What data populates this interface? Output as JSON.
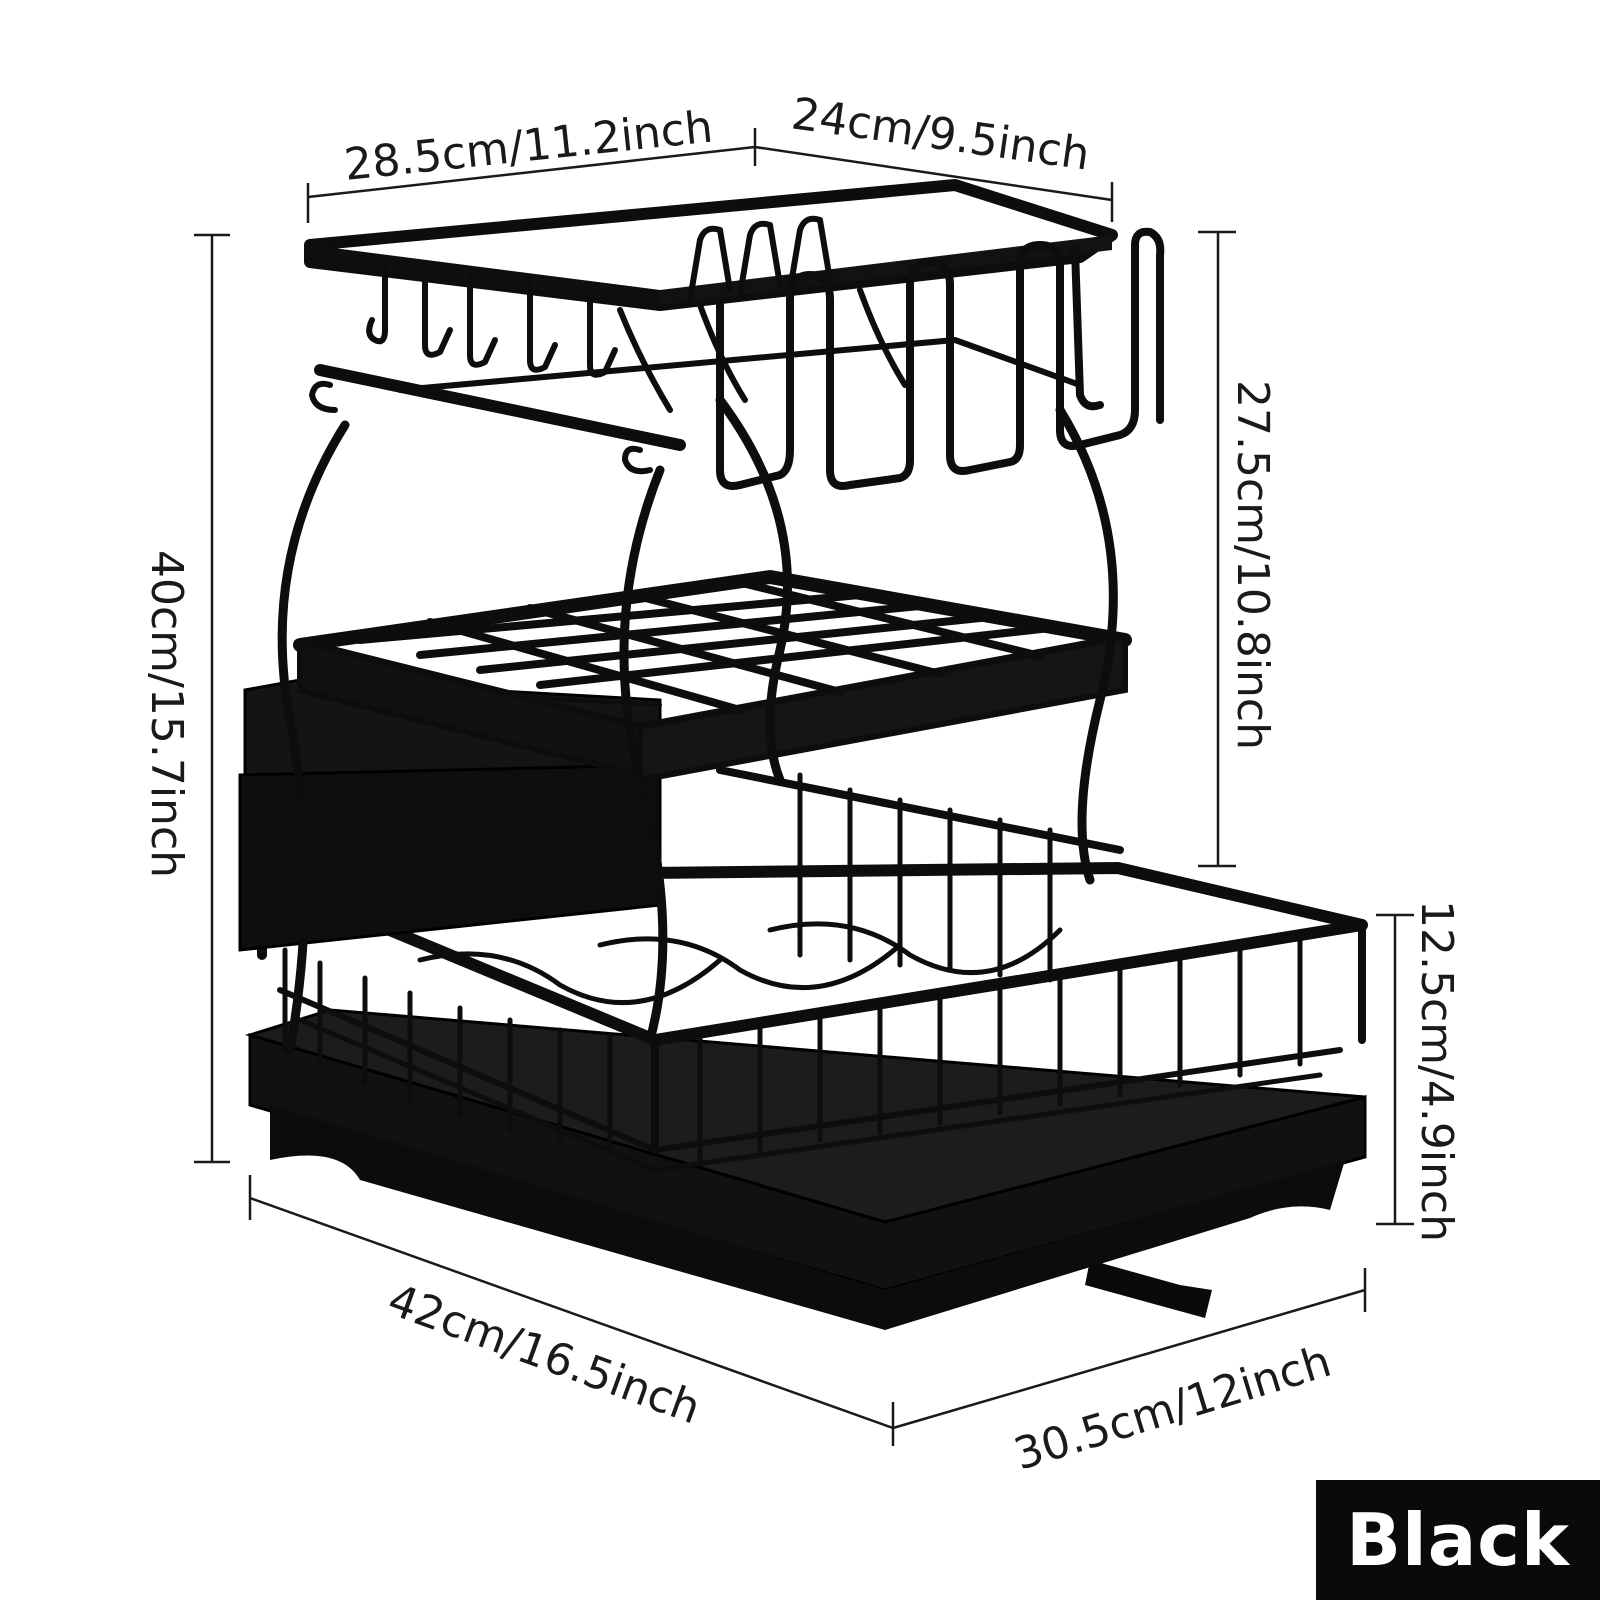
{
  "dimensions": {
    "top_width": "28.5cm/11.2inch",
    "top_depth": "24cm/9.5inch",
    "total_height": "40cm/15.7inch",
    "upper_height": "27.5cm/10.8inch",
    "basket_height": "12.5cm/4.9inch",
    "base_length": "42cm/16.5inch",
    "base_depth": "30.5cm/12inch"
  },
  "color_label": "Black",
  "colors": {
    "rack": "#0d0d0d",
    "badge_bg": "#0a0a0a",
    "badge_text": "#ffffff"
  },
  "product": "two-tier dish drying rack"
}
